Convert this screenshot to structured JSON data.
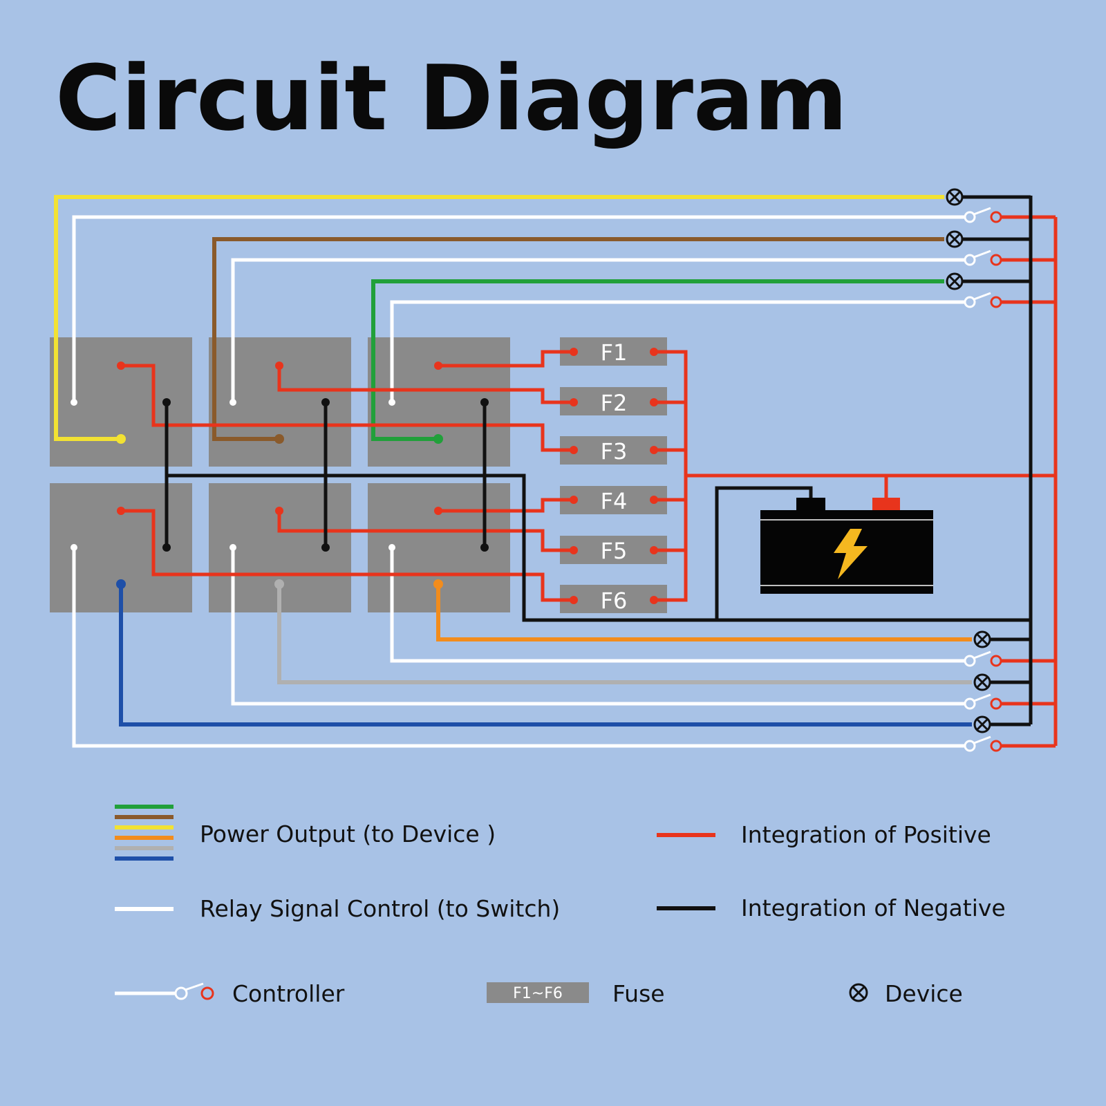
{
  "title": "Circuit Diagram",
  "colors": {
    "background": "#a8c2e6",
    "relay_block": "#8a8a8a",
    "fuse_block": "#8a8a8a",
    "positive": "#e8341c",
    "negative": "#111111",
    "signal": "#ffffff",
    "battery_body": "#050505",
    "battery_bolt": "#f5b820"
  },
  "power_output_wires": [
    {
      "name": "yellow",
      "color": "#f2e233"
    },
    {
      "name": "brown",
      "color": "#8a5a2b"
    },
    {
      "name": "green",
      "color": "#21a03a"
    },
    {
      "name": "orange",
      "color": "#f28c1c"
    },
    {
      "name": "gray",
      "color": "#b0b0b0"
    },
    {
      "name": "blue",
      "color": "#1e4fa8"
    }
  ],
  "fuses": [
    "F1",
    "F2",
    "F3",
    "F4",
    "F5",
    "F6"
  ],
  "battery": {
    "icon": "lightning-bolt-icon"
  },
  "legend": {
    "power_output": "Power Output (to Device )",
    "relay_signal": "Relay Signal Control (to Switch)",
    "positive": "Integration of Positive",
    "negative": "Integration of Negative",
    "controller": "Controller",
    "fuse_sample": "F1~F6",
    "fuse": "Fuse",
    "device": "Device"
  }
}
